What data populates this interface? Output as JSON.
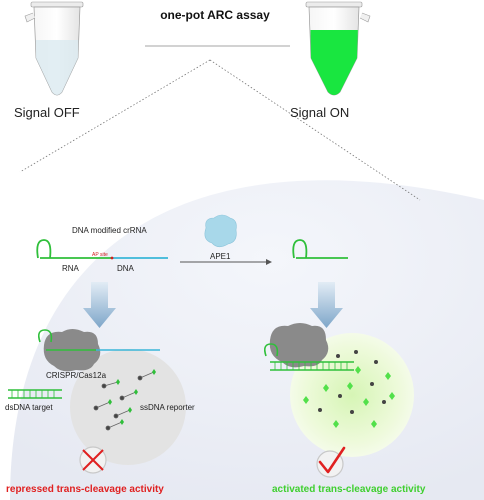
{
  "title": "one-pot ARC assay",
  "left": {
    "signal": "Signal OFF",
    "crrna_label": "DNA modified crRNA",
    "rna_label": "RNA",
    "dna_label": "DNA",
    "ap_site_label": "AP site",
    "enzyme_complex_label": "CRISPR/Cas12a",
    "target_label": "dsDNA target",
    "reporter_label": "ssDNA reporter",
    "result": "repressed trans-cleavage activity"
  },
  "middle": {
    "enzyme_label": "APE1"
  },
  "right": {
    "signal": "Signal ON",
    "result": "activated trans-cleavage activity"
  },
  "colors": {
    "green_signal": "#19e640",
    "rna_green": "#2fbf3a",
    "dna_cyan": "#3ab6d8",
    "protein_grey": "#8a8a8a",
    "ape1_blue": "#a8d8ea",
    "arrow_blue": "#8fb4d6",
    "cross_red": "#e02020",
    "check_red": "#e02020",
    "repressed_text": "#e02020",
    "activated_text": "#3fcf2f"
  },
  "icons": [
    "eppendorf-tube-icon",
    "ape1-enzyme-icon",
    "cas12a-protein-icon",
    "cross-icon",
    "checkmark-icon"
  ]
}
